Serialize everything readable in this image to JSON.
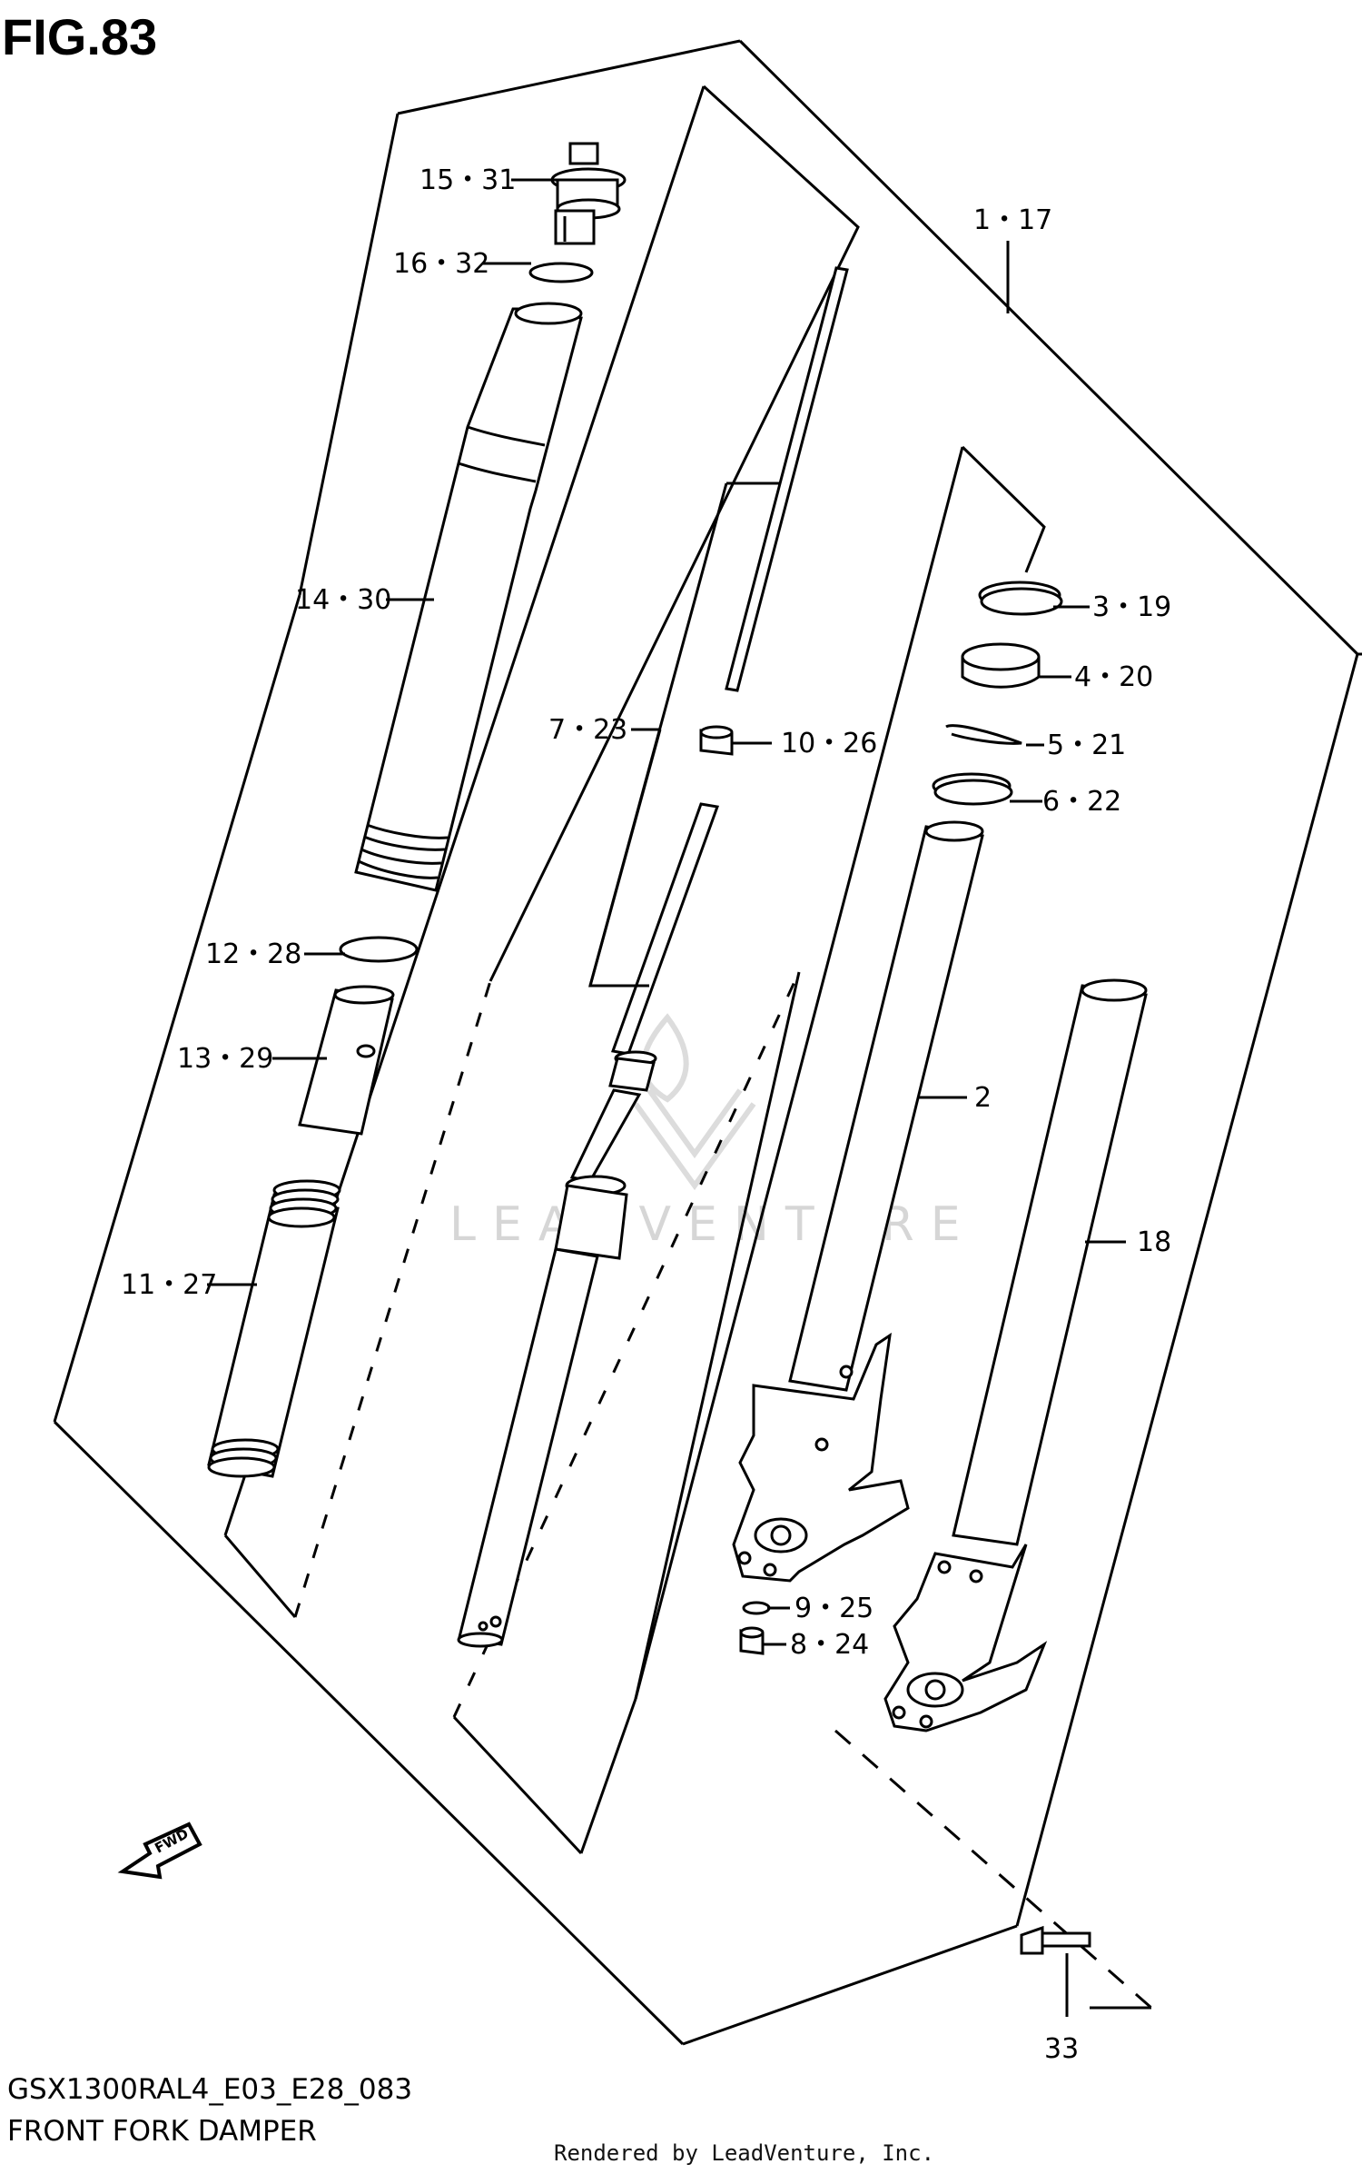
{
  "figure": {
    "title": "FIG.83"
  },
  "callouts": [
    {
      "id": "c-15-31",
      "label": "15・31"
    },
    {
      "id": "c-16-32",
      "label": "16・32"
    },
    {
      "id": "c-1-17",
      "label": "1・17"
    },
    {
      "id": "c-14-30",
      "label": "14・30"
    },
    {
      "id": "c-3-19",
      "label": "3・19"
    },
    {
      "id": "c-4-20",
      "label": "4・20"
    },
    {
      "id": "c-7-23",
      "label": "7・23"
    },
    {
      "id": "c-10-26",
      "label": "10・26"
    },
    {
      "id": "c-5-21",
      "label": "5・21"
    },
    {
      "id": "c-6-22",
      "label": "6・22"
    },
    {
      "id": "c-12-28",
      "label": "12・28"
    },
    {
      "id": "c-13-29",
      "label": "13・29"
    },
    {
      "id": "c-2",
      "label": "2"
    },
    {
      "id": "c-18",
      "label": "18"
    },
    {
      "id": "c-11-27",
      "label": "11・27"
    },
    {
      "id": "c-9-25",
      "label": "9・25"
    },
    {
      "id": "c-8-24",
      "label": "8・24"
    },
    {
      "id": "c-33",
      "label": "33"
    }
  ],
  "fwd_label": "FWD",
  "watermark": "LEADVENTURE",
  "footer": {
    "model_code": "GSX1300RAL4_E03_E28_083",
    "section_name": "FRONT FORK DAMPER",
    "rendered_by": "Rendered by LeadVenture, Inc."
  }
}
